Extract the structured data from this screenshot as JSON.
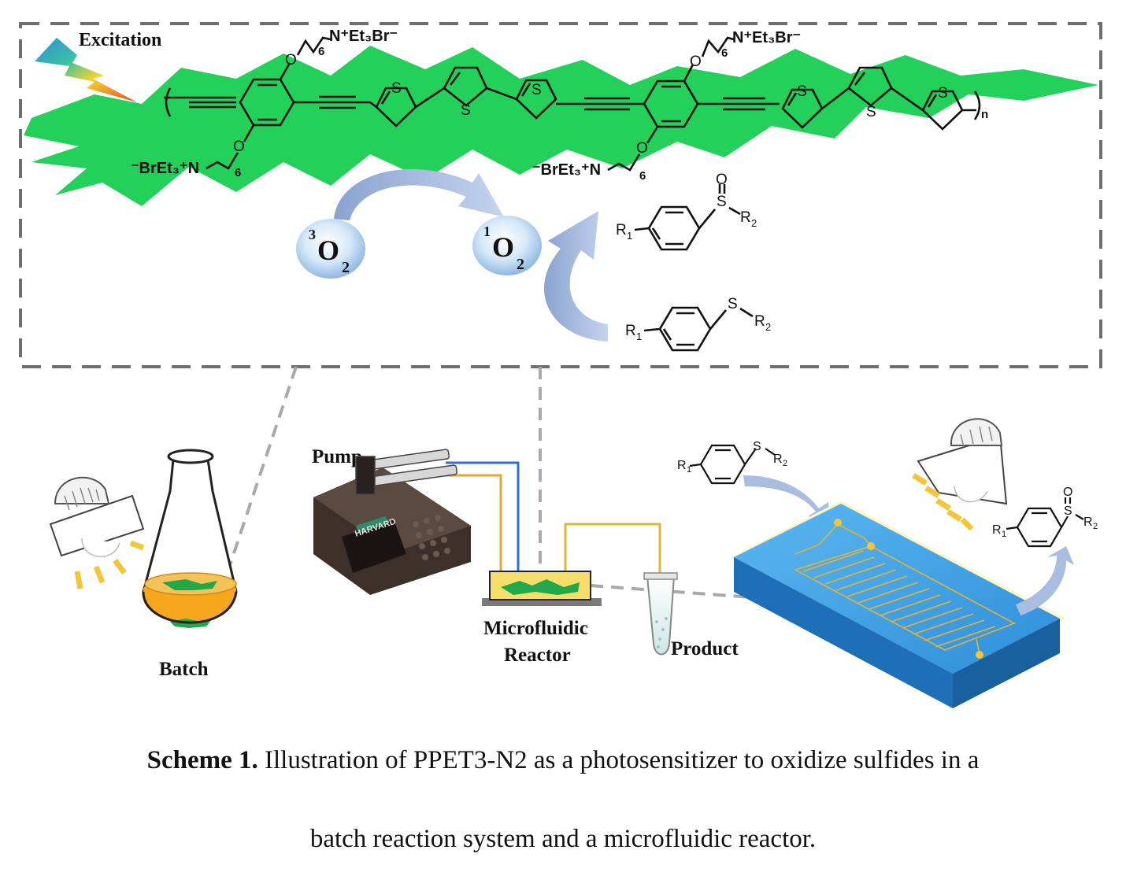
{
  "labels": {
    "excitation": "Excitation",
    "top_sub_right": "N⁺Et₃Br⁻",
    "bottom_sub_left": "⁻BrEt₃⁺N",
    "chain_index": "6",
    "polymer_n": "n",
    "oxygen": "O",
    "sulfur": "S",
    "triplet_o2_sup": "3",
    "singlet_o2_sup": "1",
    "o2_letter": "O",
    "o2_sub": "2",
    "r1": "R",
    "r1_sub": "1",
    "r2": "R",
    "r2_sub": "2",
    "pump": "Pump",
    "batch": "Batch",
    "microfluidic": "Microfluidic",
    "reactor": "Reactor",
    "product": "Product",
    "harvard": "HARVARD"
  },
  "caption": {
    "bold": "Scheme 1.",
    "line1_rest": " Illustration of PPET3-N2 as a photosensitizer to oxidize sulfides in a",
    "line2": "batch reaction system and a microfluidic reactor."
  },
  "colors": {
    "green_burst": "#22d05a",
    "dashed_box": "#6e6e6e",
    "arrow_blue": "#9fb4d8",
    "bubble_blue": "#cfe3f6",
    "flask_liquid": "#f7a71d",
    "chip_blue": "#3aa0e6",
    "channel_gold": "#e0b43a",
    "tube_blue": "#2f6fd6",
    "pump_body": "#3d302a"
  }
}
